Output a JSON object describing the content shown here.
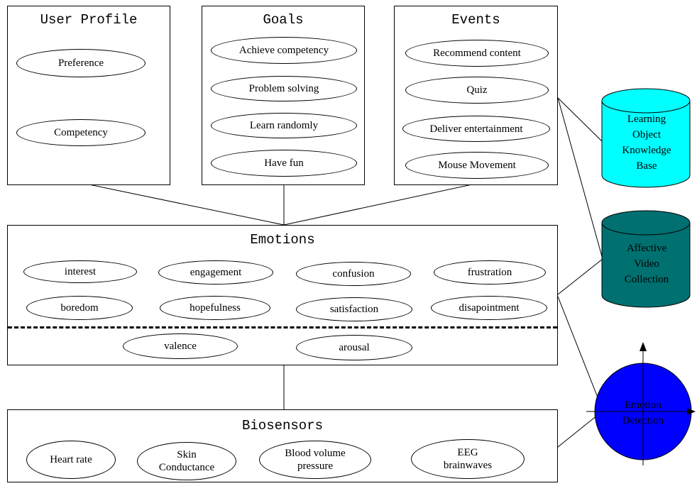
{
  "user_profile": {
    "title": "User Profile",
    "items": [
      "Preference",
      "Competency"
    ]
  },
  "goals": {
    "title": "Goals",
    "items": [
      "Achieve competency",
      "Problem solving",
      "Learn randomly",
      "Have fun"
    ]
  },
  "events": {
    "title": "Events",
    "items": [
      "Recommend content",
      "Quiz",
      "Deliver entertainment",
      "Mouse Movement"
    ]
  },
  "emotions": {
    "title": "Emotions",
    "items": [
      "interest",
      "engagement",
      "confusion",
      "frustration",
      "boredom",
      "hopefulness",
      "satisfaction",
      "disapointment"
    ],
    "dimensions": [
      "valence",
      "arousal"
    ]
  },
  "biosensors": {
    "title": "Biosensors",
    "items": [
      {
        "line1": "Heart rate",
        "line2": ""
      },
      {
        "line1": "Skin",
        "line2": "Conductance"
      },
      {
        "line1": "Blood volume",
        "line2": "pressure"
      },
      {
        "line1": "EEG",
        "line2": "brainwaves"
      }
    ]
  },
  "databases": {
    "learning_object": [
      "Learning",
      "Object",
      "Knowledge",
      "Base"
    ],
    "affective_video": [
      "Affective",
      "Video",
      "Collection"
    ]
  },
  "emotion_detection": {
    "label_line1": "Emotion",
    "label_line2": "Detection"
  },
  "colors": {
    "learning_object_base": "#00ffff",
    "affective_video_base": "#007070",
    "emotion_detection_fill": "#0000ff"
  }
}
